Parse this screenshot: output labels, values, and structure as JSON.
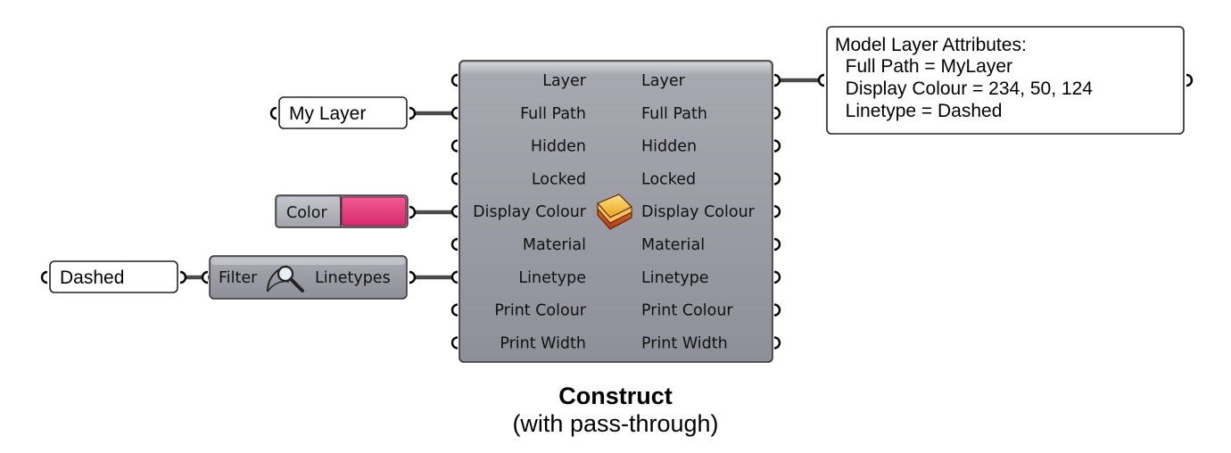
{
  "panels": {
    "layer_name": "My Layer",
    "linetype_name": "Dashed"
  },
  "colour_swatch": {
    "label": "Color",
    "value_color": "#E8337A"
  },
  "filter_component": {
    "input_label": "Filter",
    "output_label": "Linetypes",
    "icon": "magnifier-icon"
  },
  "construct_component": {
    "icon": "layer-stack-icon",
    "inputs": [
      "Layer",
      "Full Path",
      "Hidden",
      "Locked",
      "Display Colour",
      "Material",
      "Linetype",
      "Print Colour",
      "Print Width"
    ],
    "outputs": [
      "Layer",
      "Full Path",
      "Hidden",
      "Locked",
      "Display Colour",
      "Material",
      "Linetype",
      "Print Colour",
      "Print Width"
    ]
  },
  "output_panel": {
    "lines": [
      "Model Layer Attributes:",
      "  Full Path = MyLayer",
      "  Display Colour = 234, 50, 124",
      "  Linetype = Dashed"
    ]
  },
  "caption": {
    "title": "Construct",
    "subtitle": "(with pass-through)"
  },
  "colors": {
    "component_body": "#9d9da6",
    "wire": "#4a4a4a",
    "panel_background": "#ffffff"
  }
}
